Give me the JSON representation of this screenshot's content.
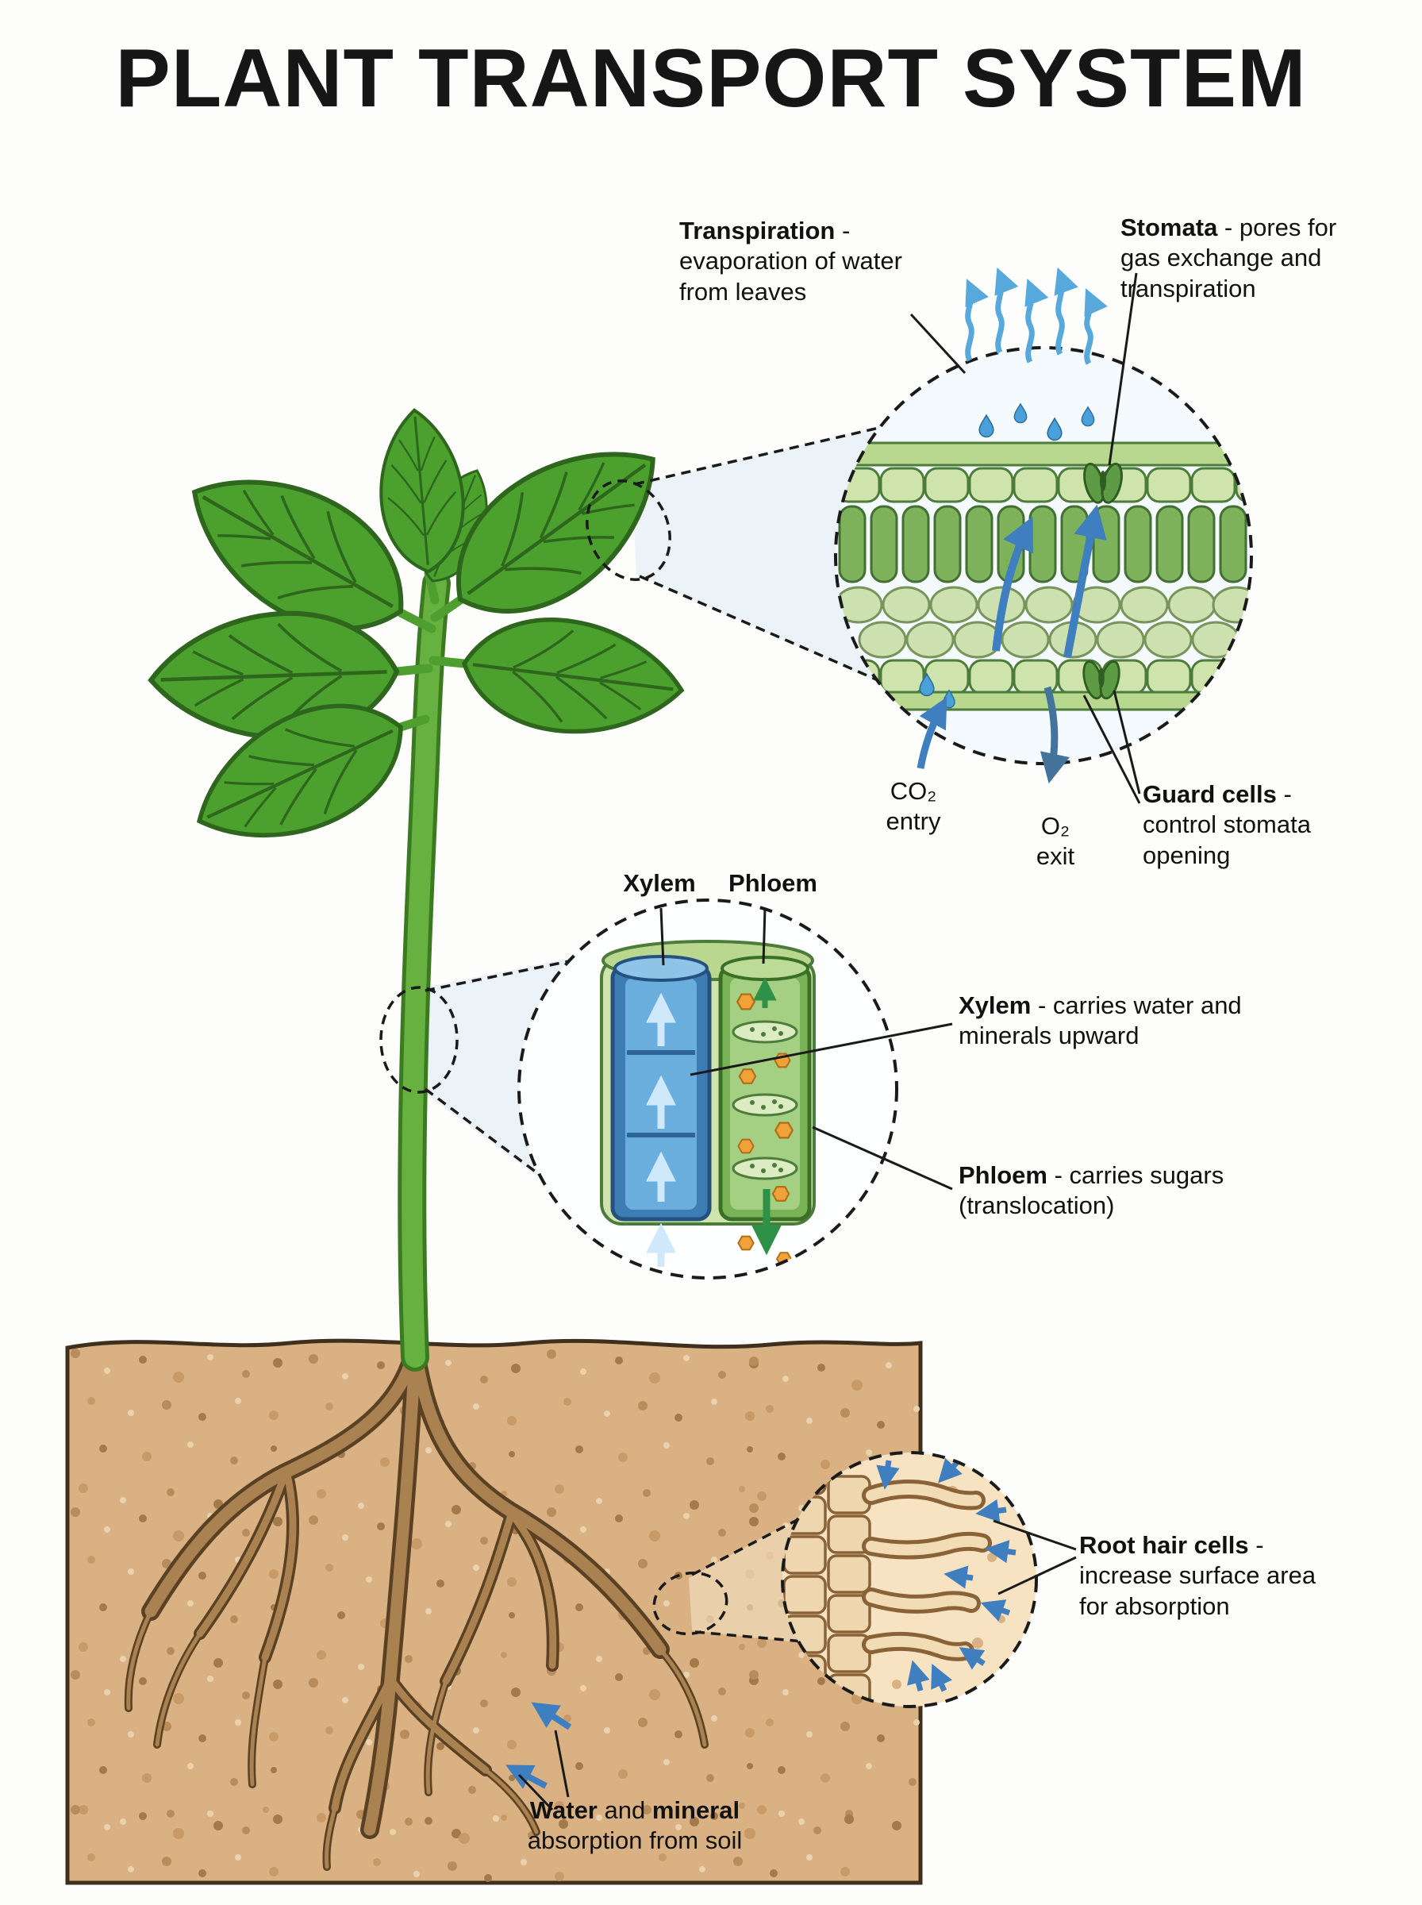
{
  "title": "PLANT TRANSPORT SYSTEM",
  "colors": {
    "title_text": "#1a1a1a",
    "leaf_green": "#4ba02e",
    "stem_green": "#66b13f",
    "soil_tan": "#d9b183",
    "root_brown": "#aa8150",
    "xylem_blue": "#3e7db3",
    "phloem_green": "#79b356",
    "arrow_blue": "#3f7fbf",
    "vapor_blue": "#57a9dc",
    "sugar_orange": "#f0a13a"
  },
  "labels": {
    "transpiration": {
      "term": "Transpiration",
      "sep": " - ",
      "desc": "evaporation of water from leaves"
    },
    "stomata": {
      "term": "Stomata",
      "sep": " - ",
      "desc": "pores for gas exchange and transpiration"
    },
    "co2": {
      "gas": "CO₂",
      "action": "entry"
    },
    "o2": {
      "gas": "O₂",
      "action": "exit"
    },
    "guard_cells": {
      "term": "Guard cells",
      "sep": " - ",
      "desc": "control stomata opening"
    },
    "vascular_tags": {
      "xylem": "Xylem",
      "phloem": "Phloem"
    },
    "xylem": {
      "term": "Xylem",
      "sep": " - ",
      "desc": "carries water and minerals upward"
    },
    "phloem": {
      "term": "Phloem",
      "sep": " - ",
      "desc": "carries sugars (translocation)"
    },
    "root_hair": {
      "term": "Root hair cells",
      "sep": " - ",
      "desc": "increase surface area for absorption"
    },
    "water_mineral": {
      "bold1": "Water",
      "mid": " and ",
      "bold2": "mineral",
      "rest": " absorption from soil"
    }
  }
}
